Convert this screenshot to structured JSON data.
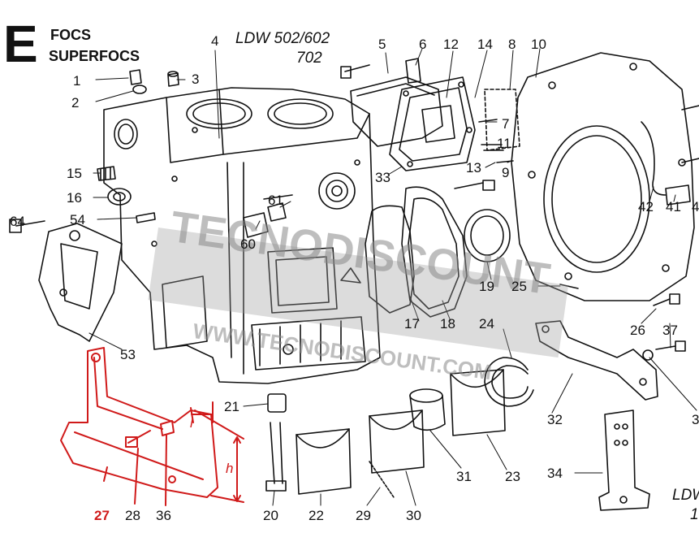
{
  "header": {
    "section_letter": "E",
    "model_line_1": "FOCS",
    "model_line_2": "SUPERFOCS",
    "engine_line_1": "LDW 502/602",
    "engine_line_2": "702",
    "engine_corner": "LDW",
    "engine_corner_2": "1"
  },
  "watermark": {
    "line_1": "TECNODISCOUNT",
    "line_2": "WWW.TECNODISCOUNT.COM"
  },
  "colors": {
    "highlight": "#d01a1a",
    "ink": "#111111",
    "watermark": "#8a8a8a"
  },
  "callouts": {
    "c1": "1",
    "c2": "2",
    "c3": "3",
    "c4": "4",
    "c5": "5",
    "c6": "6",
    "c7": "7",
    "c8": "8",
    "c9": "9",
    "c10": "10",
    "c11": "11",
    "c12": "12",
    "c13": "13",
    "c14": "14",
    "c15": "15",
    "c16": "16",
    "c17": "17",
    "c18": "18",
    "c19": "19",
    "c20": "20",
    "c21": "21",
    "c22": "22",
    "c23": "23",
    "c24": "24",
    "c25": "25",
    "c26": "26",
    "c27": "27",
    "c28": "28",
    "c29": "29",
    "c30": "30",
    "c31": "31",
    "c32": "32",
    "c33": "33",
    "c34": "34",
    "c36": "36",
    "c37": "37",
    "c41": "41",
    "c42": "42",
    "c53": "53",
    "c54": "54",
    "c60": "60",
    "c61": "61",
    "c64": "64",
    "c_edge_1": "4",
    "c_edge_2": "3"
  },
  "dimension_labels": {
    "h": "h",
    "l": "l"
  }
}
